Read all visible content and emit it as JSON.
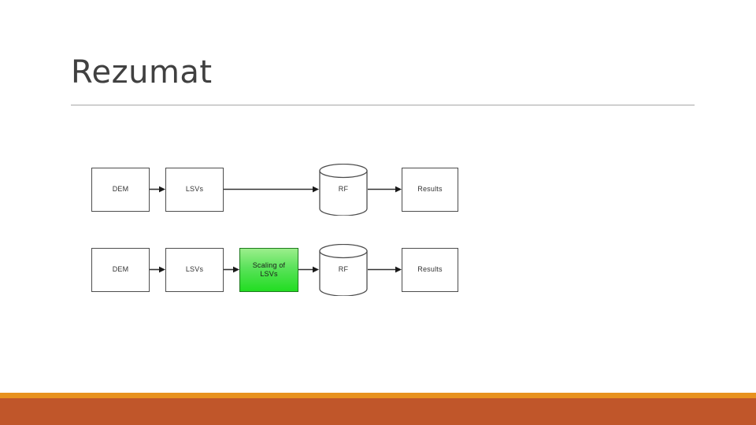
{
  "slide": {
    "title": "Rezumat",
    "background_color": "#ffffff"
  },
  "theme": {
    "title_color": "#404040",
    "rule_color": "#a6a6a6",
    "accent_thin_color": "#e8921e",
    "accent_thick_color": "#c0562a",
    "node_border_color": "#4d4d4d",
    "node_text_color": "#333333",
    "highlight_fill_top": "#9bee8c",
    "highlight_fill_bottom": "#22dd22",
    "highlight_border_color": "#1d7a1d",
    "connector_color": "#333333"
  },
  "diagram": {
    "type": "flowchart",
    "rows": [
      {
        "name": "baseline-workflow",
        "nodes": [
          {
            "id": "dem-1",
            "label": "DEM",
            "shape": "rectangle",
            "highlighted": false
          },
          {
            "id": "lsvs-1",
            "label": "LSVs",
            "shape": "rectangle",
            "highlighted": false
          },
          {
            "id": "rf-1",
            "label": "RF",
            "shape": "cylinder",
            "highlighted": false
          },
          {
            "id": "results-1",
            "label": "Results",
            "shape": "rectangle",
            "highlighted": false
          }
        ],
        "connectors": [
          {
            "from": "dem-1",
            "to": "lsvs-1",
            "style": "arrow"
          },
          {
            "from": "lsvs-1",
            "to": "rf-1",
            "style": "arrow"
          },
          {
            "from": "rf-1",
            "to": "results-1",
            "style": "arrow"
          }
        ]
      },
      {
        "name": "scaled-workflow",
        "nodes": [
          {
            "id": "dem-2",
            "label": "DEM",
            "shape": "rectangle",
            "highlighted": false
          },
          {
            "id": "lsvs-2",
            "label": "LSVs",
            "shape": "rectangle",
            "highlighted": false
          },
          {
            "id": "scaling-2",
            "label": "Scaling of\nLSVs",
            "label_line1": "Scaling of",
            "label_line2": "LSVs",
            "shape": "rectangle",
            "highlighted": true
          },
          {
            "id": "rf-2",
            "label": "RF",
            "shape": "cylinder",
            "highlighted": false
          },
          {
            "id": "results-2",
            "label": "Results",
            "shape": "rectangle",
            "highlighted": false
          }
        ],
        "connectors": [
          {
            "from": "dem-2",
            "to": "lsvs-2",
            "style": "arrow"
          },
          {
            "from": "lsvs-2",
            "to": "scaling-2",
            "style": "arrow"
          },
          {
            "from": "scaling-2",
            "to": "rf-2",
            "style": "arrow"
          },
          {
            "from": "rf-2",
            "to": "results-2",
            "style": "arrow"
          }
        ]
      }
    ]
  }
}
